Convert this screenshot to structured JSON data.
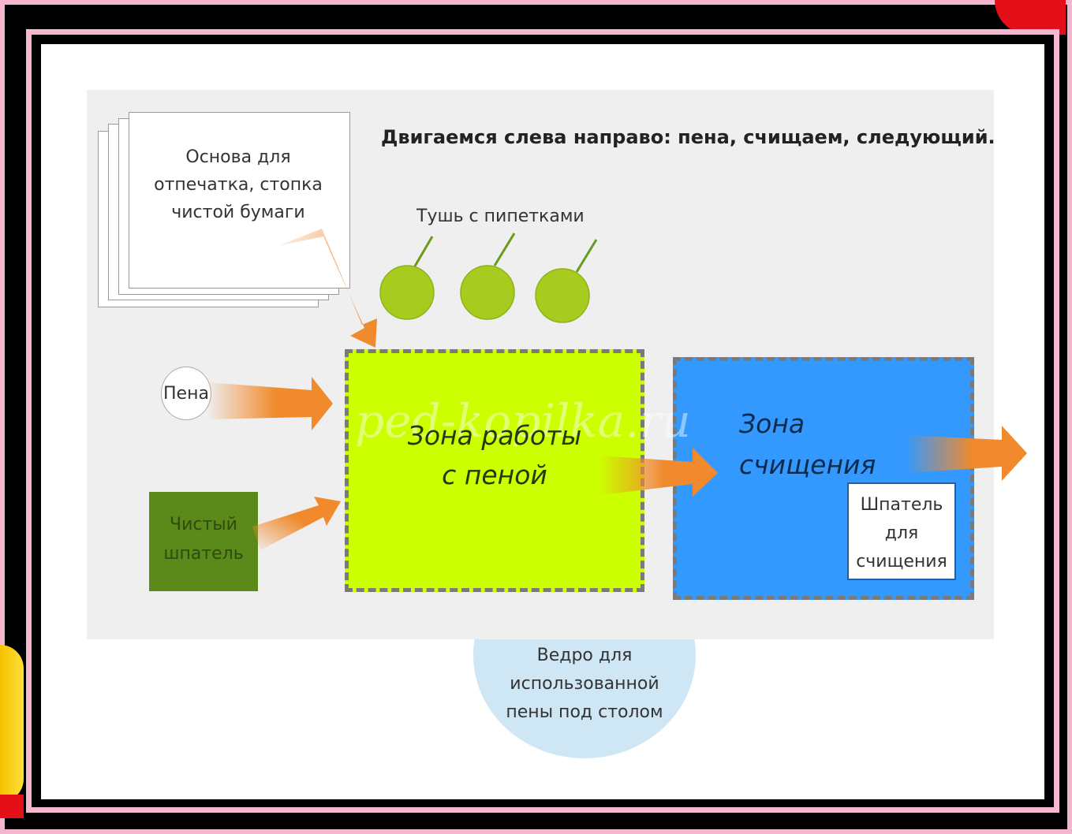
{
  "title": "Двигаемся слева направо: пена, счищаем, следующий.",
  "paper": {
    "label_lines": [
      "Основа для",
      "отпечатка, стопка",
      "чистой бумаги"
    ]
  },
  "ink": {
    "label": "Тушь с пипетками",
    "count": 3,
    "color": "#a7cc1f"
  },
  "foam": {
    "label": "Пена"
  },
  "clean_spatula": {
    "label_lines": [
      "Чистый",
      "шпатель"
    ],
    "color": "#5c8a1a"
  },
  "foam_zone": {
    "label_lines": [
      "Зона работы",
      "с пеной"
    ],
    "color": "#ccff00"
  },
  "cleaning_zone": {
    "label_lines": [
      "Зона",
      "счищения"
    ],
    "color": "#3399ff"
  },
  "cleaning_spatula": {
    "label_lines": [
      "Шпатель",
      "для",
      "счищения"
    ]
  },
  "bucket": {
    "label_lines": [
      "Ведро для",
      "использованной",
      "пены под столом"
    ],
    "color": "#cfe6f5"
  },
  "watermark": "ped-kopilka.ru",
  "arrow_color": "#f08a2c"
}
